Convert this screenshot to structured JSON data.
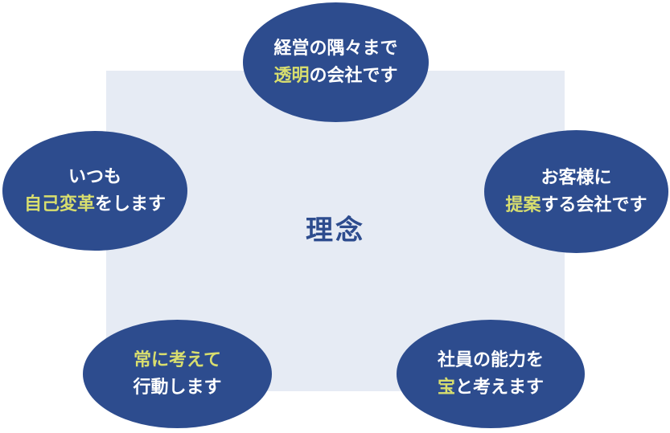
{
  "diagram": {
    "title": "理念",
    "colors": {
      "bubble_fill": "#2D4C8E",
      "highlight_text": "#D8DE6E",
      "bubble_text": "#FFFFFF",
      "panel_fill": "#E6EBF4",
      "title_text": "#2D4C8E",
      "page_background": "#FFFFFF"
    },
    "bubbles": [
      {
        "id": "transparency",
        "position": "top",
        "line1": {
          "pre": "経営の隅々まで",
          "highlight": "",
          "post": ""
        },
        "line2": {
          "pre": "",
          "highlight": "透明",
          "post": "の会社です"
        }
      },
      {
        "id": "self-reform",
        "position": "left",
        "line1": {
          "pre": "いつも",
          "highlight": "",
          "post": ""
        },
        "line2": {
          "pre": "",
          "highlight": "自己変革",
          "post": "をします"
        }
      },
      {
        "id": "customer-proposal",
        "position": "right",
        "line1": {
          "pre": "お客様に",
          "highlight": "",
          "post": ""
        },
        "line2": {
          "pre": "",
          "highlight": "提案",
          "post": "する会社です"
        }
      },
      {
        "id": "think-and-act",
        "position": "bottom-left",
        "line1": {
          "pre": "",
          "highlight": "常に考えて",
          "post": ""
        },
        "line2": {
          "pre": "行動します",
          "highlight": "",
          "post": ""
        }
      },
      {
        "id": "employee-treasure",
        "position": "bottom-right",
        "line1": {
          "pre": "社員の能力を",
          "highlight": "",
          "post": ""
        },
        "line2": {
          "pre": "",
          "highlight": "宝",
          "post": "と考えます"
        }
      }
    ]
  }
}
